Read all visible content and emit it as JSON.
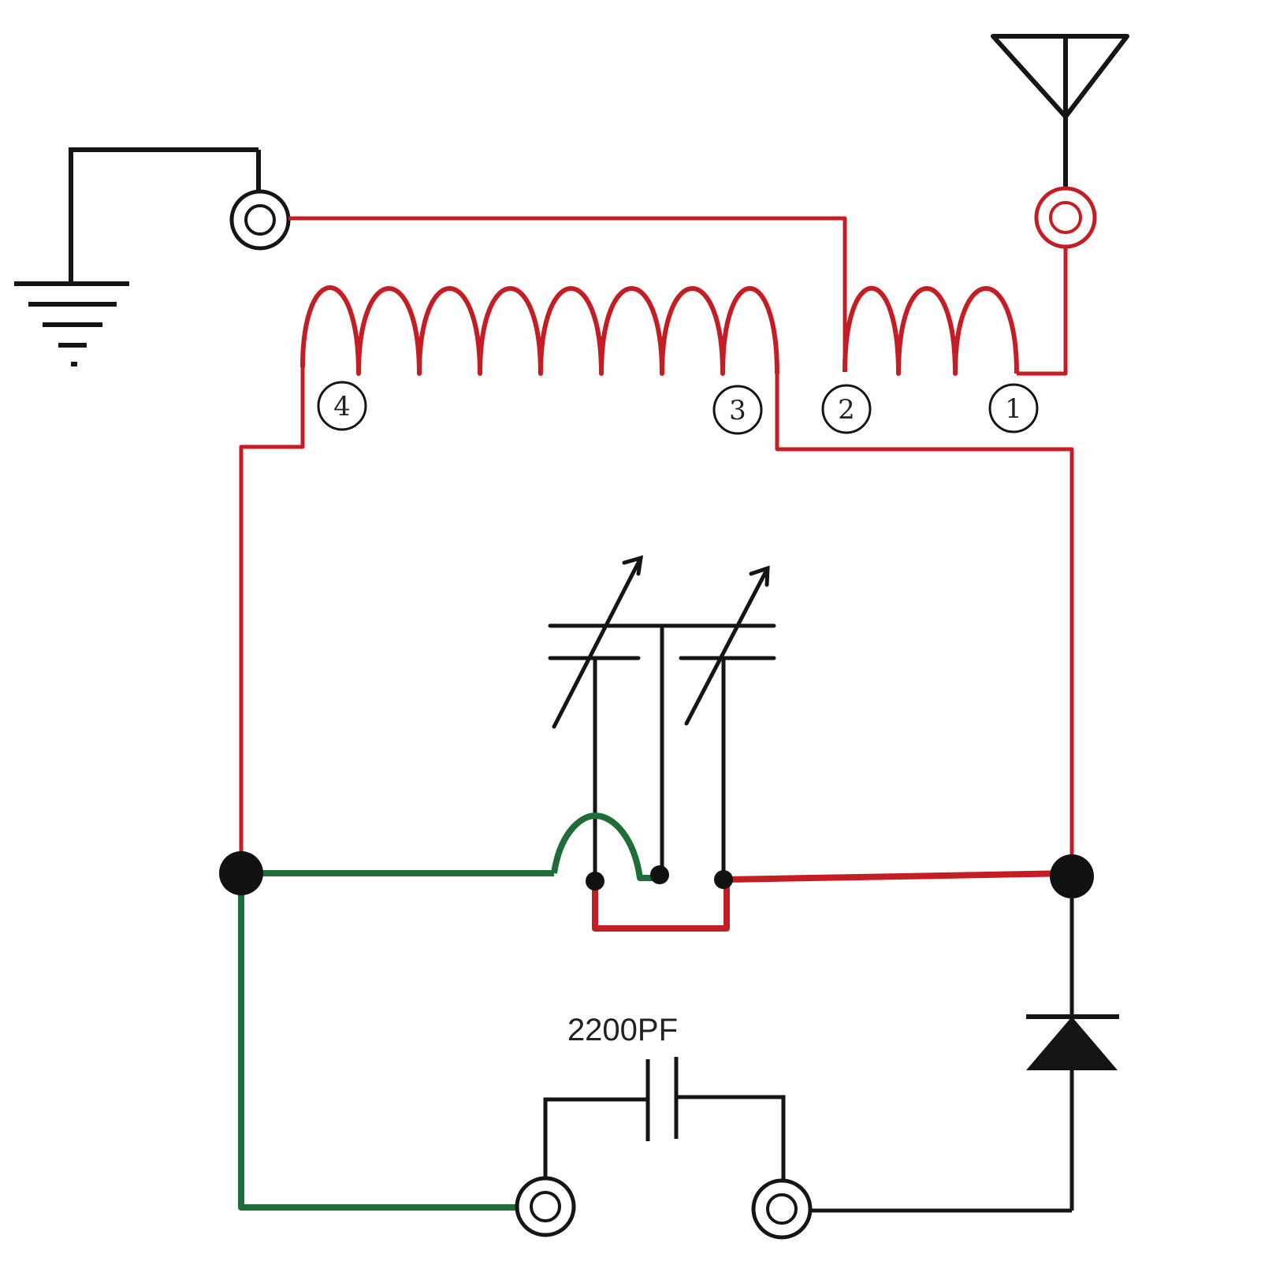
{
  "colors": {
    "coil_wire": "#c41e24",
    "ground_wire": "#1f6e3a",
    "black_wire": "#151515",
    "junction": "#111111",
    "terminal": "#111111",
    "antenna_terminal": "#c41e24"
  },
  "taps": {
    "t1": "1",
    "t2": "2",
    "t3": "3",
    "t4": "4"
  },
  "capacitor": {
    "value": "2200PF"
  },
  "components": {
    "antenna": "antenna-icon",
    "ground": "ground-icon",
    "coil": "inductor-icon",
    "variable_capacitor": "variable-capacitor-icon",
    "fixed_capacitor": "capacitor-icon",
    "diode": "diode-icon"
  }
}
